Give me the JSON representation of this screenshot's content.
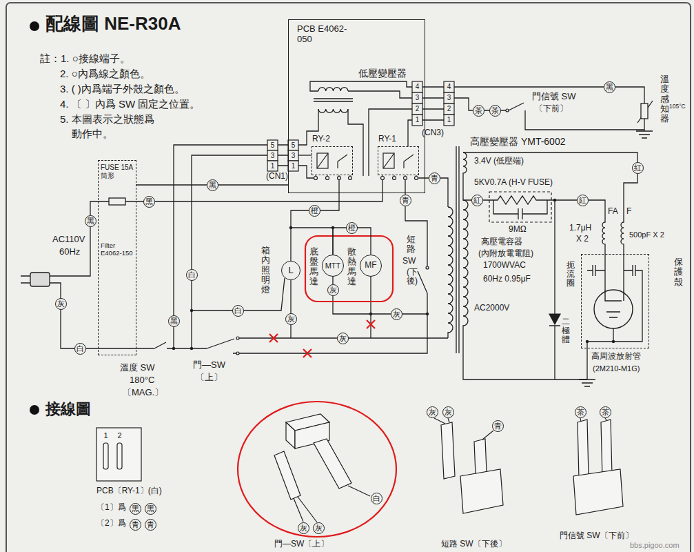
{
  "diagram": {
    "title": "配線圖 NE-R30A",
    "nodes": [
      {
        "text": [
          "PCB E4062-050"
        ]
      },
      {
        "text": [
          "RY-2"
        ],
        "in": 0
      },
      {
        "text": [
          "RY-1"
        ],
        "in": 0
      },
      {
        "text": [
          "FUSE 15A 筒形",
          "Filter E4062-150"
        ]
      },
      {
        "text": [
          "箱內照明燈",
          "L"
        ]
      },
      {
        "text": [
          "底盤馬達",
          "MTT"
        ]
      },
      {
        "text": [
          "散熱馬達",
          "MF"
        ]
      },
      {
        "text": [
          "保護殼"
        ]
      }
    ],
    "edges": [
      {
        "from": 3,
        "to": 0,
        "arrow": "none",
        "label": "黑"
      },
      {
        "from": 4,
        "to": 5,
        "arrow": "none"
      },
      {
        "from": 5,
        "to": 6,
        "arrow": "none",
        "label": "橙"
      }
    ],
    "labels": [
      "註：1. ○接線端子。",
      "2. ○內爲線之顏色。",
      "3. (  )內爲端子外殼之顏色。",
      "4. 〔 〕內爲 SW 固定之位置。",
      "5. 本圖表示之狀態爲",
      "動作中。",
      "低壓變壓器",
      "5",
      "3",
      "1",
      "5",
      "3",
      "1",
      "(CN1)",
      "4",
      "3",
      "2",
      "1",
      "4",
      "3",
      "2",
      "1",
      "(CN3)",
      "門信號 SW",
      "〔下前〕",
      "黑",
      "茶",
      "茶",
      "溫度感知器",
      "105°C",
      "高壓變壓器 YMT-6002",
      "3.4V (低壓端)",
      "5KV0.7A (H-V FUSE)",
      "紅",
      "9MΩ",
      "紅",
      "紅",
      "FA",
      "F",
      "1.7μH",
      "X 2",
      "500pF X 2",
      "高壓電容器",
      "(內附放電電阻)",
      "1700WVAC",
      "60Hz 0.95μF",
      "AC2000V",
      "扼流圈",
      "二極體",
      "高周波放射管",
      "(2M210-M1G)",
      "AC110V",
      "60Hz",
      "黑",
      "灰",
      "白",
      "黑",
      "黑",
      "白",
      "白",
      "灰",
      "灰",
      "灰",
      "灰",
      "橙",
      "青",
      "青",
      "短路",
      "SW",
      "(下後)",
      "門—SW",
      "〔上〕",
      "溫度 SW",
      "180°C",
      "〔MAG.〕",
      "接線圖",
      "1",
      "2",
      "PCB〔RY-1〕(白)",
      "〔1〕爲",
      "黑",
      "黑",
      "〔2〕爲",
      "青",
      "青",
      "灰",
      "灰",
      "白",
      "門—SW〔上〕",
      "灰",
      "灰",
      "青",
      "短路 SW〔下後〕",
      "茶",
      "茶",
      "門信號 SW〔下前〕",
      "bbs.pigoo.com"
    ]
  }
}
